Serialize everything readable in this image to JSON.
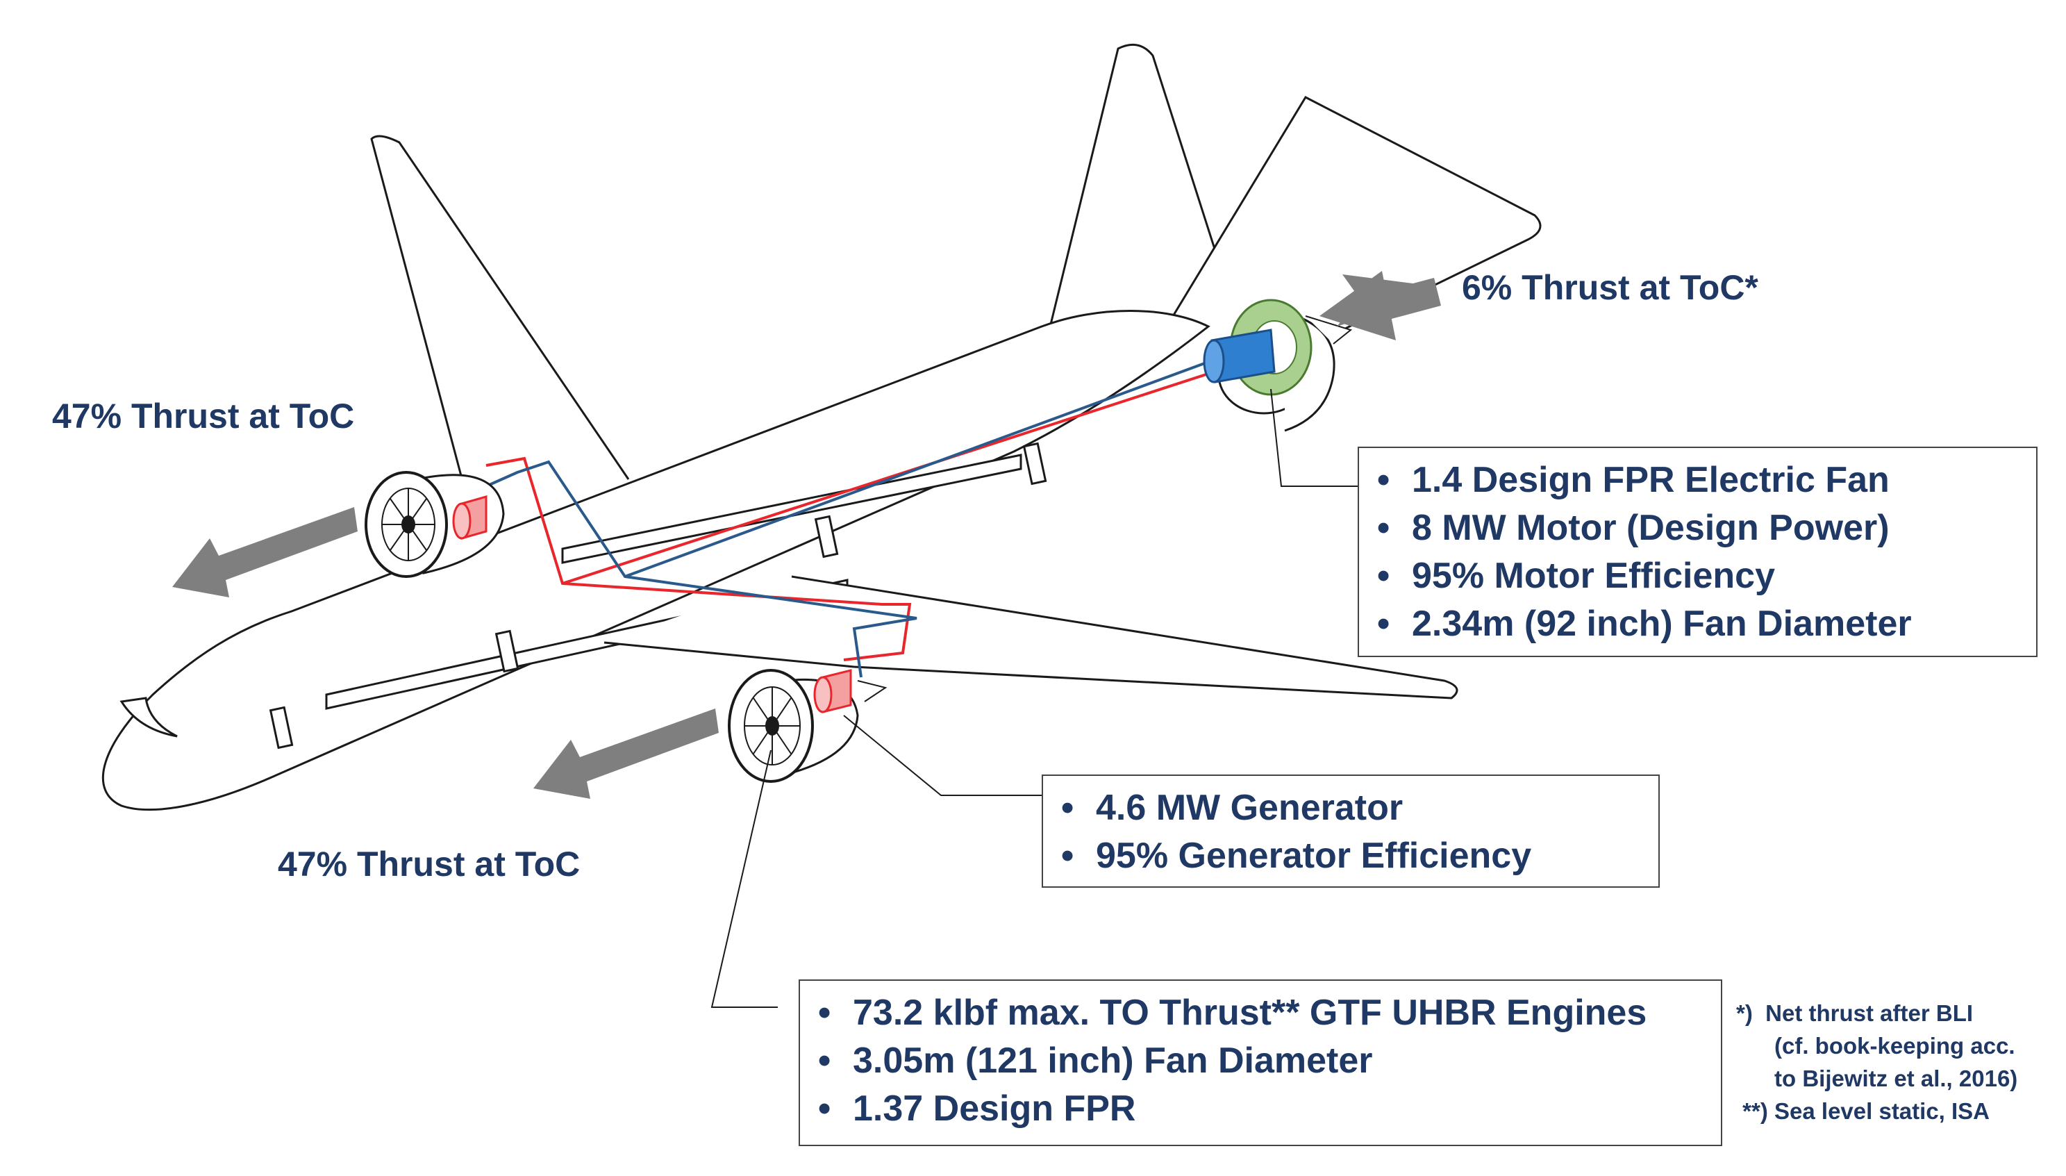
{
  "thrust_labels": {
    "tail": "6% Thrust at ToC*",
    "left_wing": "47% Thrust at ToC",
    "right_wing": "47% Thrust at ToC"
  },
  "fan_box": {
    "items": [
      "1.4 Design FPR Electric Fan",
      "8 MW Motor (Design Power)",
      "95% Motor Efficiency",
      "2.34m (92 inch) Fan Diameter"
    ]
  },
  "generator_box": {
    "items": [
      "4.6 MW Generator",
      "95% Generator Efficiency"
    ]
  },
  "engine_box": {
    "items": [
      "73.2 klbf max. TO Thrust** GTF UHBR Engines",
      "3.05m (121 inch) Fan Diameter",
      "1.37 Design FPR"
    ]
  },
  "footnotes": [
    "*)  Net thrust after BLI",
    "      (cf. book-keeping acc.",
    "      to Bijewitz et al., 2016)",
    " **) Sea level static, ISA"
  ],
  "bullet": "•",
  "colors": {
    "text": "#1F3864",
    "arrow": "#7F7F7F",
    "power_red": "#E8262B",
    "power_blue": "#2A5A8C",
    "motor_blue": "#2F7FD0",
    "fan_green": "#A9D08E"
  }
}
